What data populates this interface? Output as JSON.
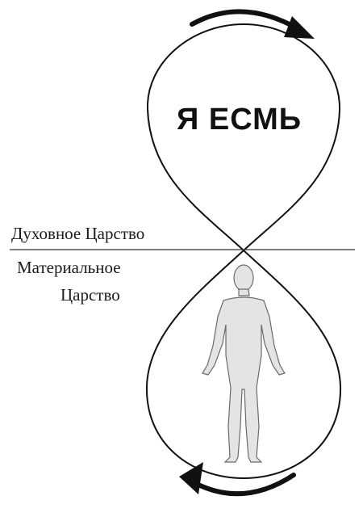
{
  "diagram": {
    "title": "Я ЕСМЬ",
    "upper_realm": "Духовное Царство",
    "lower_realm_line1": "Материальное",
    "lower_realm_line2": "Царство",
    "colors": {
      "stroke": "#111111",
      "figure_fill": "#e4e4e4",
      "figure_stroke": "#6a6a6a",
      "divider": "#333333"
    }
  }
}
